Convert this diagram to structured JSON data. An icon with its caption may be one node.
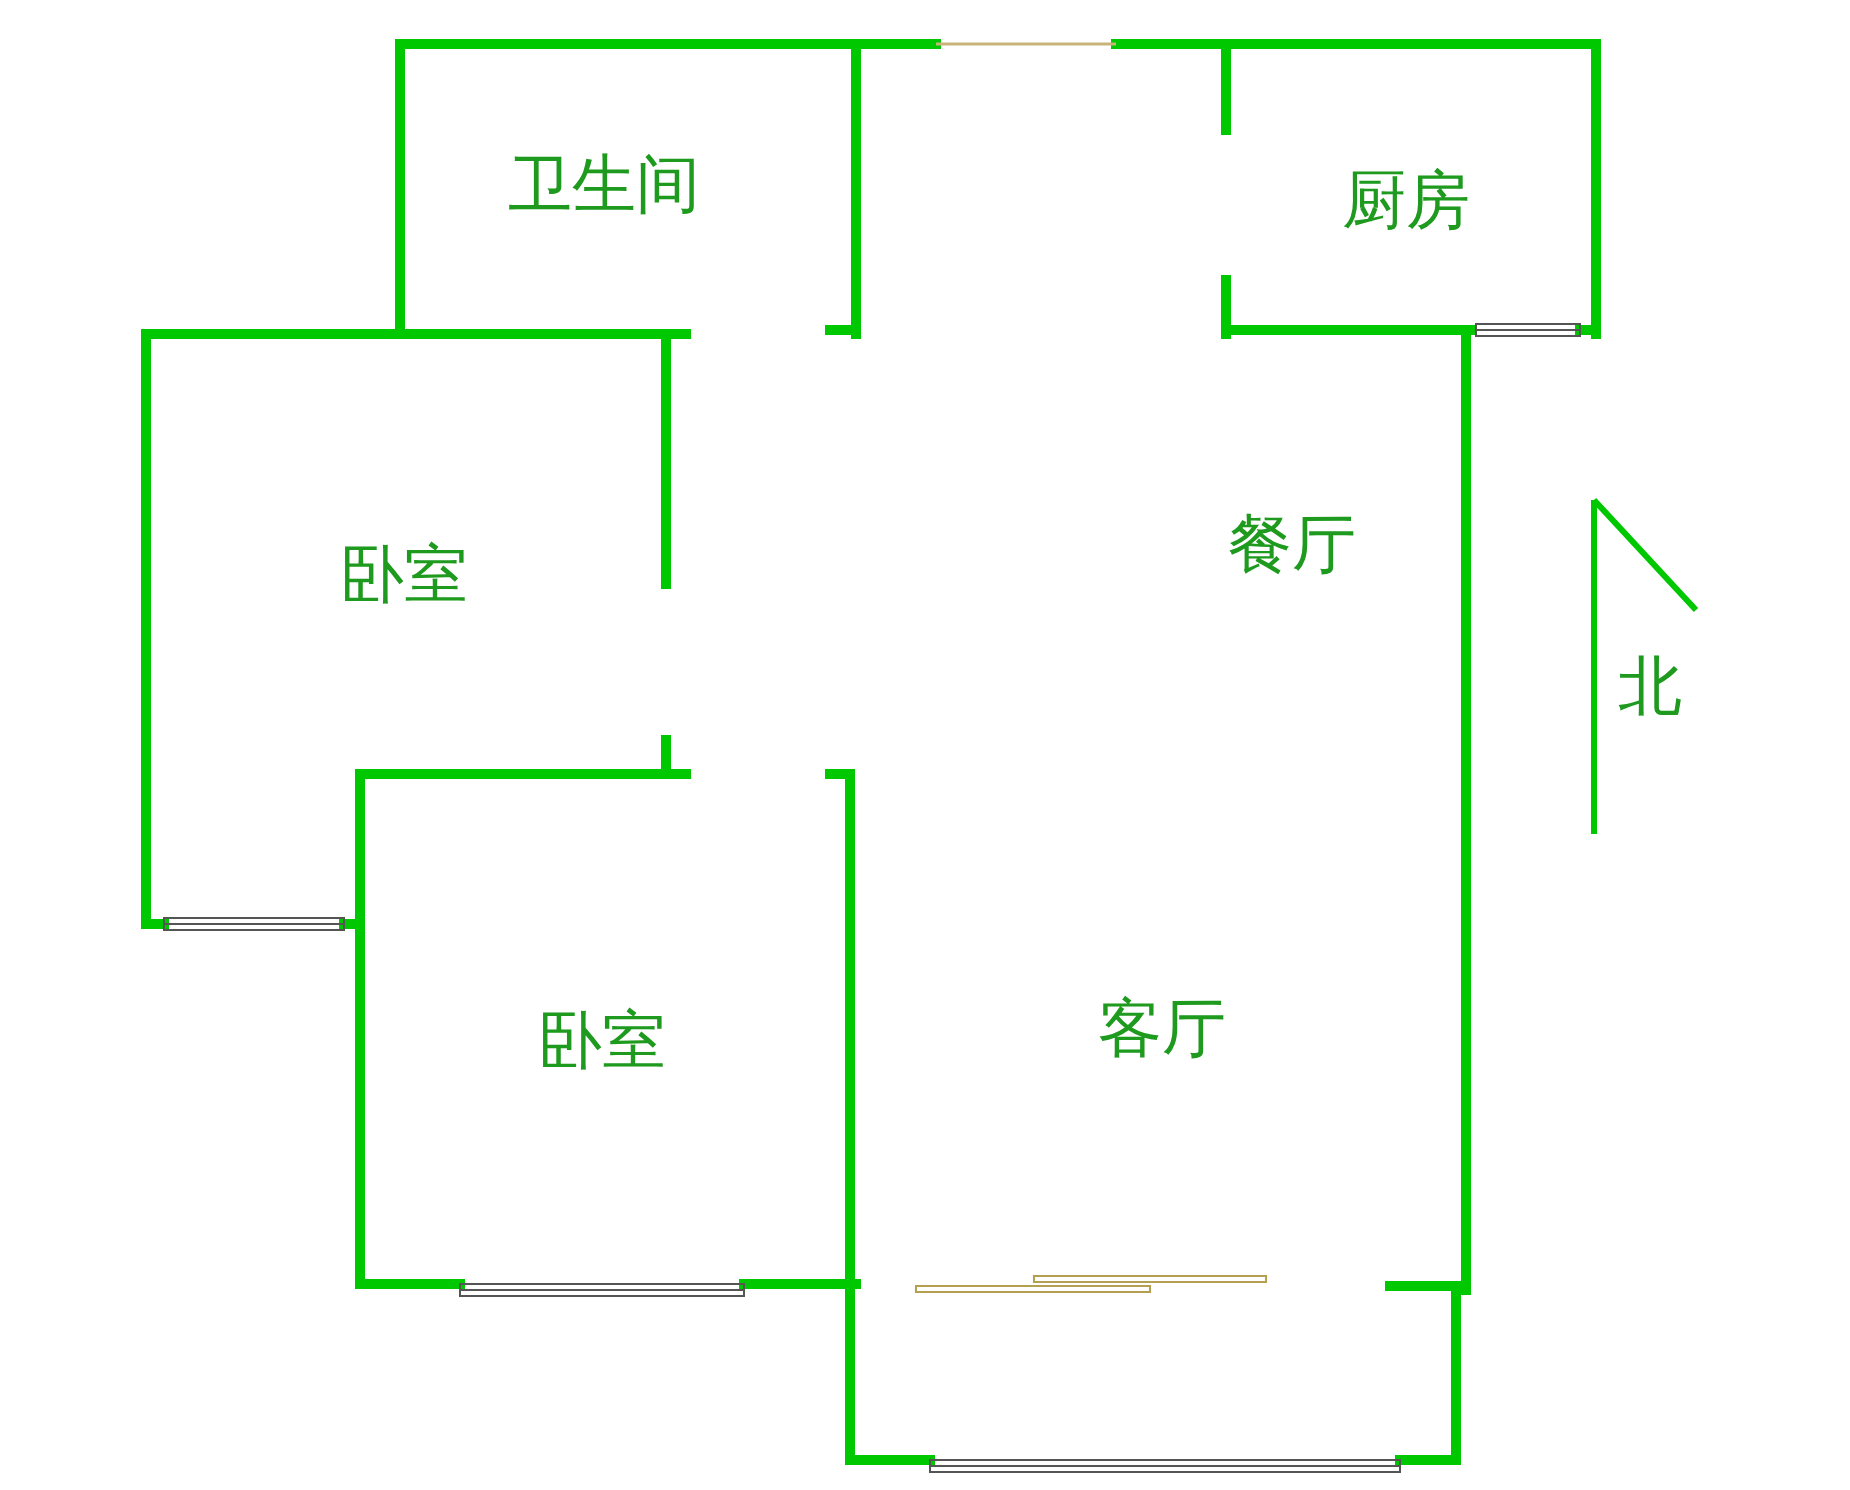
{
  "diagram": {
    "labels": [
      "卫生间",
      "厨房",
      "卧室",
      "餐厅",
      "北",
      "卧室",
      "客厅"
    ]
  }
}
